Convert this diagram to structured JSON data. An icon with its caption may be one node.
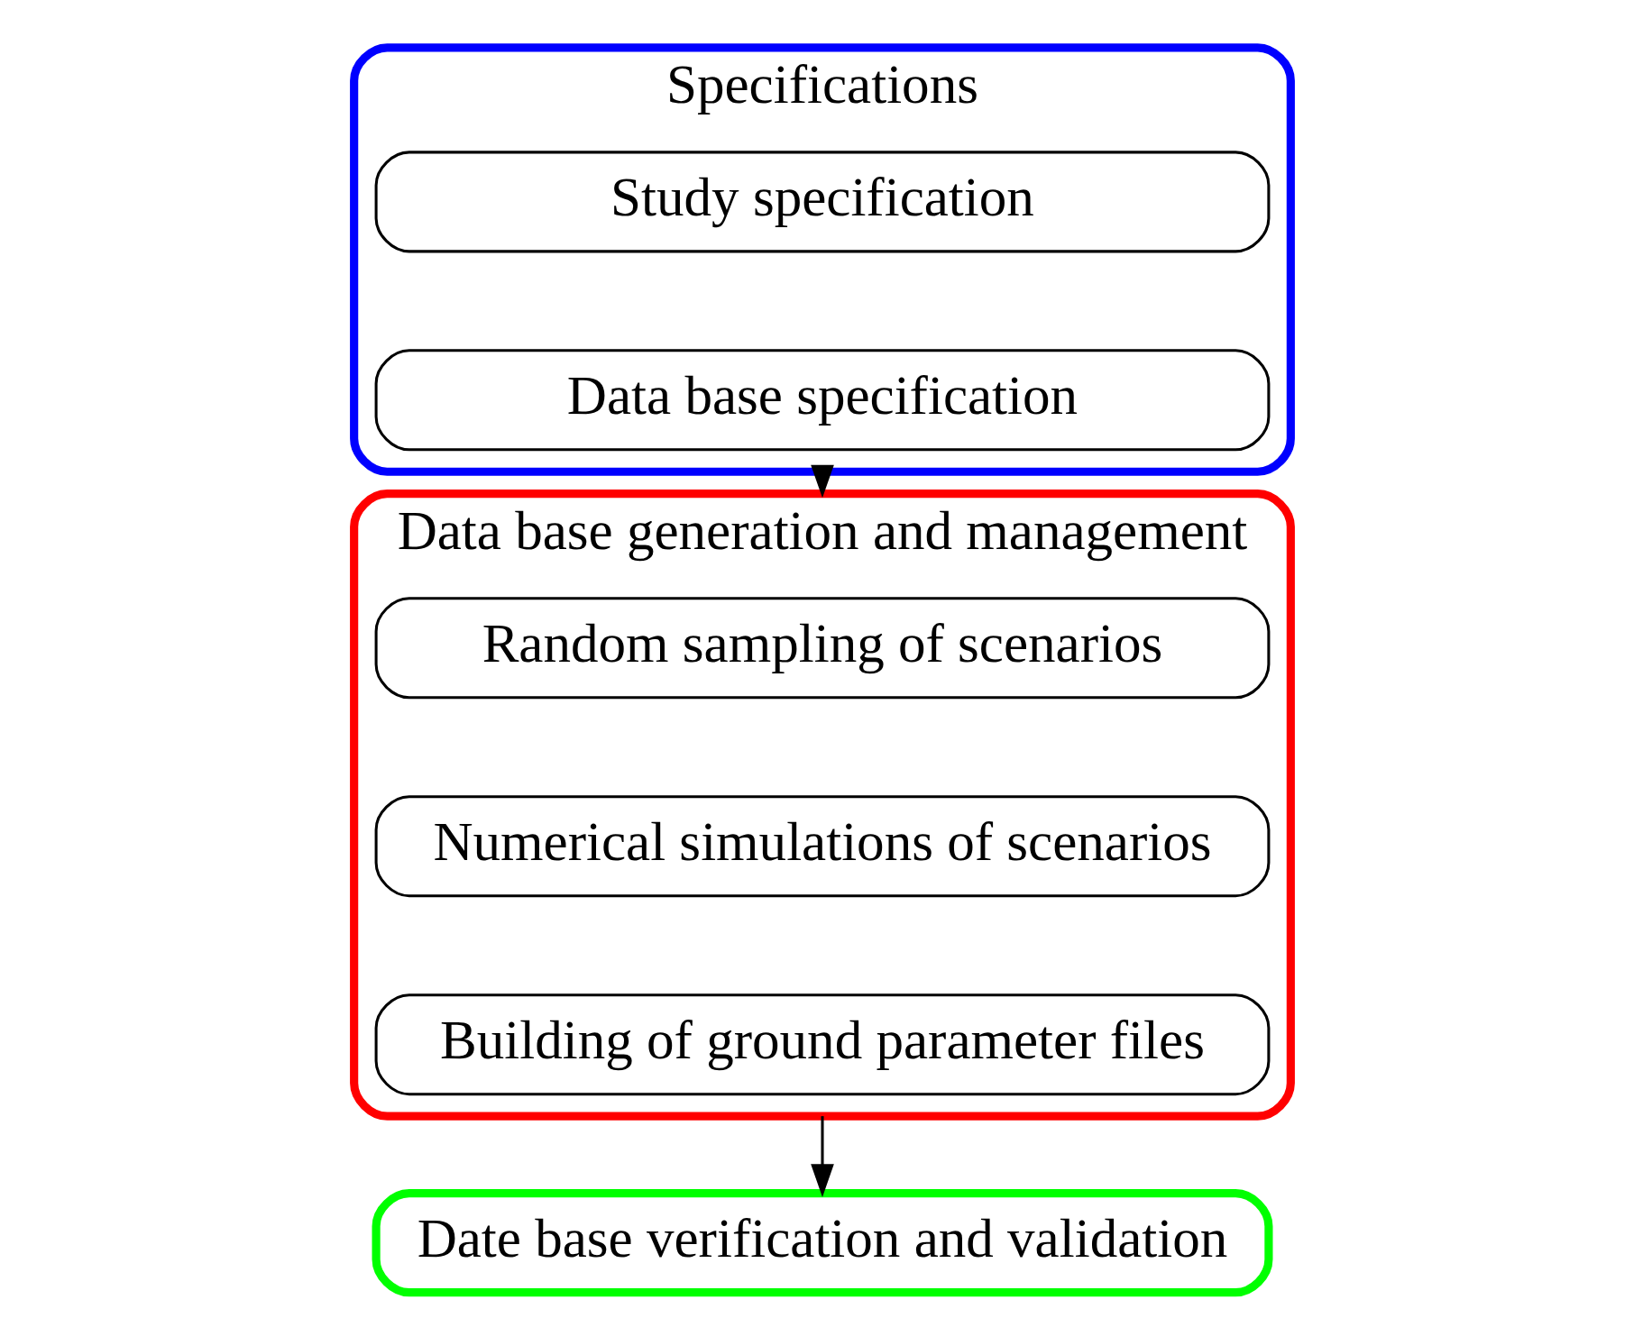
{
  "diagram": {
    "nodes": [
      {
        "text": [
          "Specifications"
        ]
      },
      {
        "text": [
          "Study specification"
        ],
        "in": 0
      },
      {
        "text": [
          "Data base specification"
        ],
        "in": 0
      },
      {
        "text": [
          "Data base generation and management"
        ]
      },
      {
        "text": [
          "Random sampling of scenarios"
        ],
        "in": 3
      },
      {
        "text": [
          "Numerical simulations of scenarios"
        ],
        "in": 3
      },
      {
        "text": [
          "Building of ground parameter files"
        ],
        "in": 3
      },
      {
        "text": [
          "Date base verification and validation"
        ]
      }
    ],
    "edges": [
      {
        "from": 0,
        "to": 3,
        "arrow": "to"
      },
      {
        "from": 3,
        "to": 7,
        "arrow": "to"
      }
    ]
  }
}
